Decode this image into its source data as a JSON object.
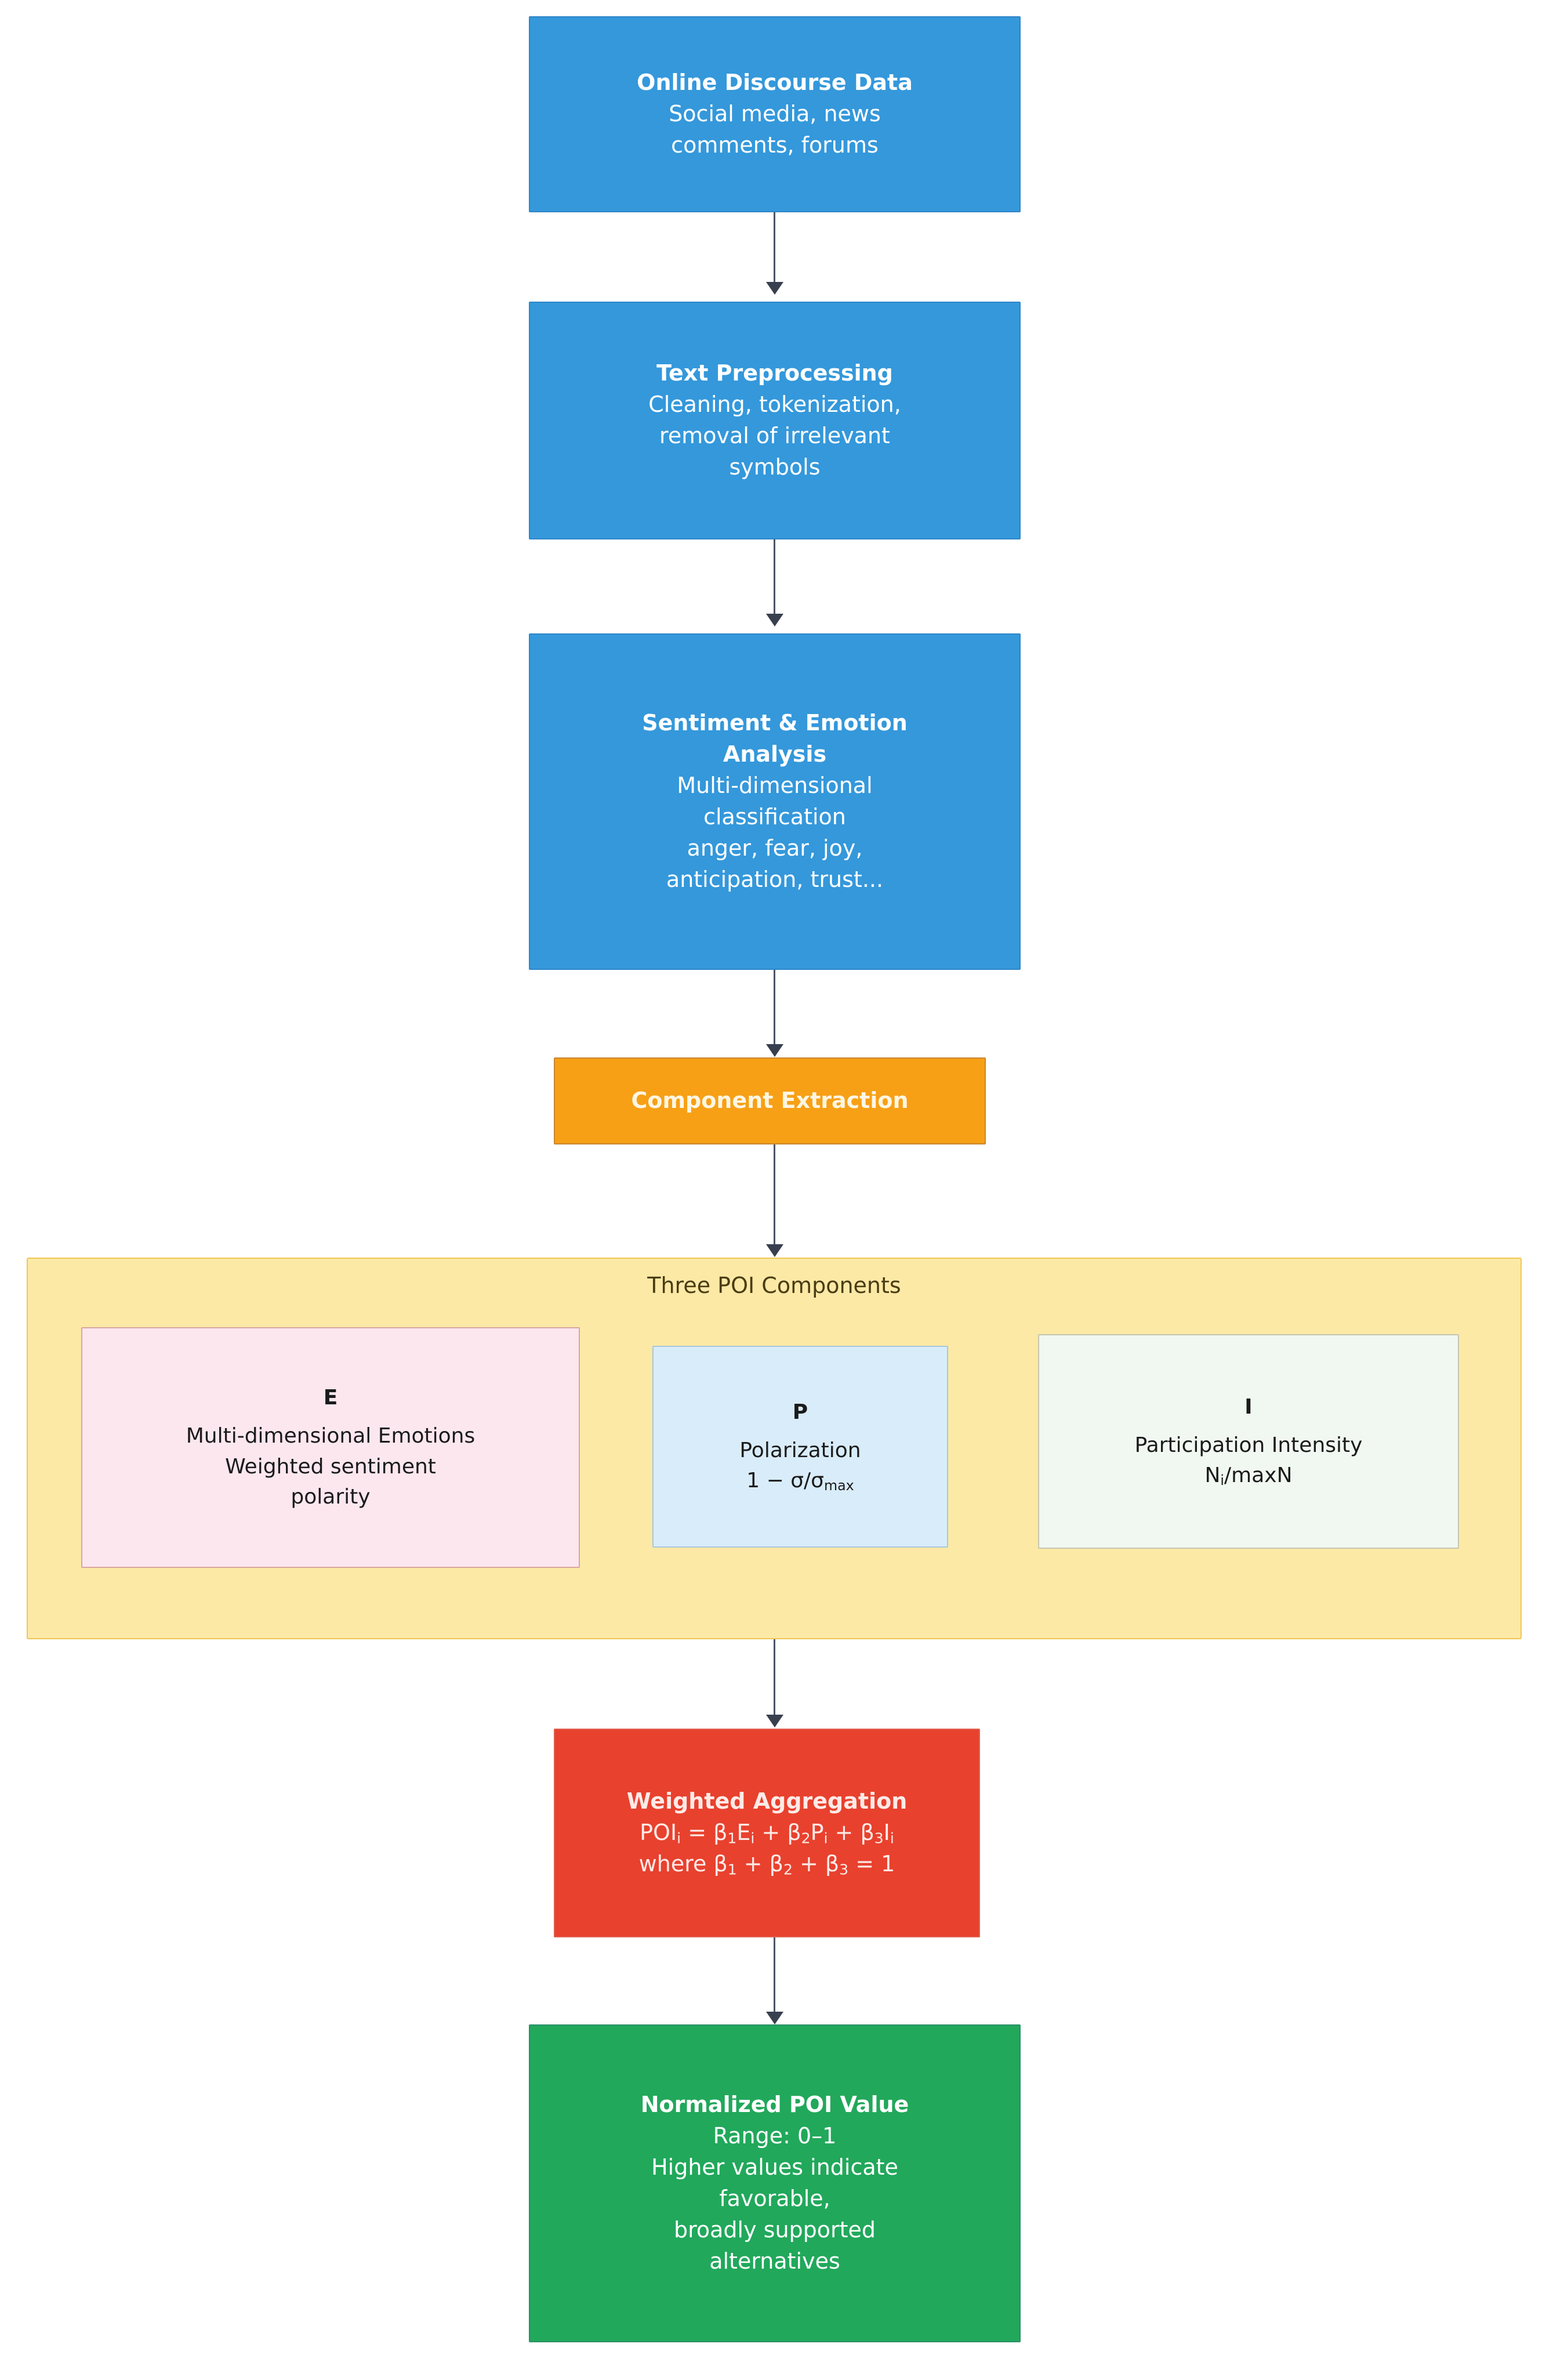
{
  "diagram": {
    "title_label": "Three POI Components",
    "nodes": {
      "online_discourse": {
        "title": "Online Discourse Data",
        "line1": "Social media, news",
        "line2": "comments, forums"
      },
      "preprocessing": {
        "title": "Text Preprocessing",
        "line1": "Cleaning, tokenization,",
        "line2": "removal of irrelevant",
        "line3": "symbols"
      },
      "sentiment": {
        "title_line1": "Sentiment & Emotion",
        "title_line2": "Analysis",
        "line1": "Multi-dimensional",
        "line2": "classification",
        "line3": "anger, fear, joy,",
        "line4": "anticipation, trust..."
      },
      "component_extraction": {
        "title": "Component Extraction"
      },
      "component_e": {
        "symbol": "E",
        "line1": "Multi-dimensional Emotions",
        "line2": "Weighted sentiment",
        "line3": "polarity"
      },
      "component_p": {
        "symbol": "P",
        "line1": "Polarization",
        "line2": "1 − σ/σmax"
      },
      "component_i": {
        "symbol": "I",
        "line1": "Participation Intensity",
        "line2": "Ni/maxN"
      },
      "weighted_aggregation": {
        "title": "Weighted Aggregation",
        "formula": "POIi = β1Ei + β2Pi + β3Ii",
        "constraint": "where β1 + β2 + β3 = 1"
      },
      "normalized_poi": {
        "title": "Normalized POI Value",
        "line1": "Range: 0–1",
        "line2": "Higher values indicate",
        "line3": "favorable,",
        "line4": "broadly supported",
        "line5": "alternatives"
      }
    },
    "colors": {
      "process_blue": "#3498db",
      "extract_orange": "#f7a016",
      "subgraph_yellow": "#fce9a6",
      "component_e_pink": "#fce7ef",
      "component_p_blue": "#d9ecfa",
      "component_i_gray": "#f1f7f1",
      "aggregate_red": "#e8412e",
      "result_green": "#21a85b",
      "edge_gray": "#4a5568"
    }
  }
}
